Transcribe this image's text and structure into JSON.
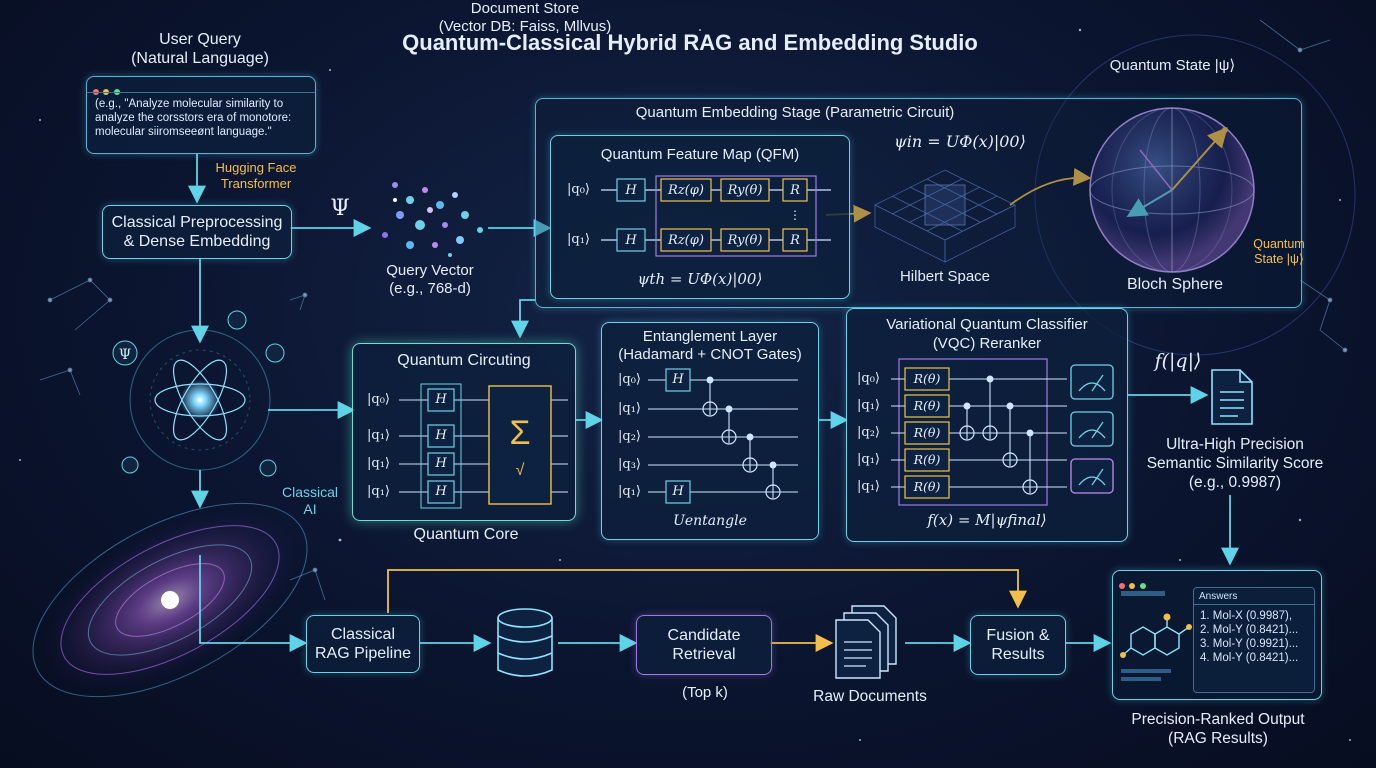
{
  "title": "Quantum-Classical Hybrid RAG and Embedding Studio",
  "user_query": {
    "label": "User Query\n(Natural Language)",
    "text": "(e.g., \"Analyze molecular similarity to analyze the corsstors era of monotore: molecular siiromseeønt language.\""
  },
  "hugging_face": "Hugging Face\nTransformer",
  "preprocessing": "Classical Preprocessing\n& Dense Embedding",
  "psi_symbol": "Ψ",
  "query_vector": "Query Vector\n(e.g., 768-d)",
  "embedding_stage": {
    "title": "Quantum Embedding Stage (Parametric Circuit)",
    "qfm_title": "Quantum Feature Map (QFM)",
    "qubits": [
      "|q₀⟩",
      "|q₁⟩"
    ],
    "gates": [
      "H",
      "Rz(φ)",
      "Ry(θ)",
      "R"
    ],
    "dots": "⋮",
    "formula_bottom": "ψth = UΦ(x)|00⟩",
    "formula_top": "ψin = UΦ(x)|00⟩",
    "hilbert": "Hilbert Space"
  },
  "bloch": {
    "title": "Quantum State |ψ⟩",
    "side_label": "Quantum\nState |ψ⟩",
    "label": "Bloch Sphere"
  },
  "quantum_circuit": {
    "title": "Quantum Circuting",
    "qubits": [
      "|q₀⟩",
      "|q₁⟩",
      "|q₁⟩",
      "|q₁⟩"
    ],
    "gate": "H",
    "sigma": "Σ",
    "sqrt": "√",
    "caption": "Quantum Core"
  },
  "entanglement": {
    "title": "Entanglement Layer\n(Hadamard + CNOT Gates)",
    "qubits": [
      "|q₀⟩",
      "|q₁⟩",
      "|q₂⟩",
      "|q₃⟩",
      "|q₁⟩"
    ],
    "gate": "H",
    "formula": "Uentangle"
  },
  "vqc": {
    "title": "Variational Quantum Classifier\n(VQC) Reranker",
    "qubits": [
      "|q₀⟩",
      "|q₁⟩",
      "|q₂⟩",
      "|q₁⟩",
      "|q₁⟩"
    ],
    "gate": "R(θ)",
    "formula": "f(x) = M|ψfinal⟩"
  },
  "f_label": "f(|q|⟩",
  "score": "Ultra-High Precision\nSemantic Similarity Score\n(e.g., 0.9987)",
  "classical_ai": "Classical\nAI",
  "rag_pipeline": "Classical\nRAG Pipeline",
  "document_store": "Document Store\n(Vector DB: Faiss, Mllvus)",
  "candidate": "Candidate\nRetrieval",
  "top_k": "(Top k)",
  "raw_docs": "Raw Documents",
  "fusion": "Fusion &\nResults",
  "output": {
    "answers_title": "Answers",
    "answers": [
      "1. Mol-X (0.9987),",
      "2. Mol-Y (0.8421)...",
      "3. Mol-Y (0.9921)...",
      "4. Mol-Y (0.8421)..."
    ],
    "label": "Precision-Ranked Output\n(RAG Results)"
  },
  "colors": {
    "cyan": "#5fd3e8",
    "purple": "#a07be6",
    "gold": "#f2c04a",
    "bg": "#0b1530"
  }
}
